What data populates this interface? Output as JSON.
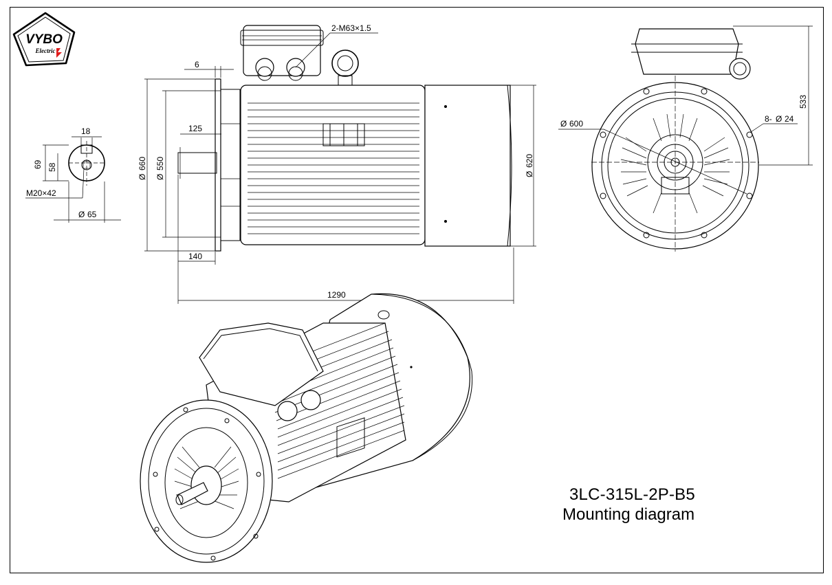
{
  "brand": {
    "logo_text": "VYBO",
    "logo_sub": "Electric"
  },
  "title": {
    "model": "3LC-315L-2P-B5",
    "subtitle": "Mounting diagram"
  },
  "dimensions": {
    "cable_gland": "2-M63×1.5",
    "flange_thickness": "6",
    "shaft_extension_depth": "125",
    "flange_diameter": "660",
    "spigot_diameter": "550",
    "shaft_length": "140",
    "total_length": "1290",
    "body_diameter": "620",
    "key_width": "18",
    "shaft_key_height": "69",
    "shaft_center_height": "58",
    "thread": "M20×42",
    "shaft_diameter": "65",
    "bolt_circle": "600",
    "bolt_holes": "8-",
    "bolt_hole_diameter": "24",
    "terminal_height": "533"
  },
  "symbols": {
    "diameter": "Ø"
  }
}
